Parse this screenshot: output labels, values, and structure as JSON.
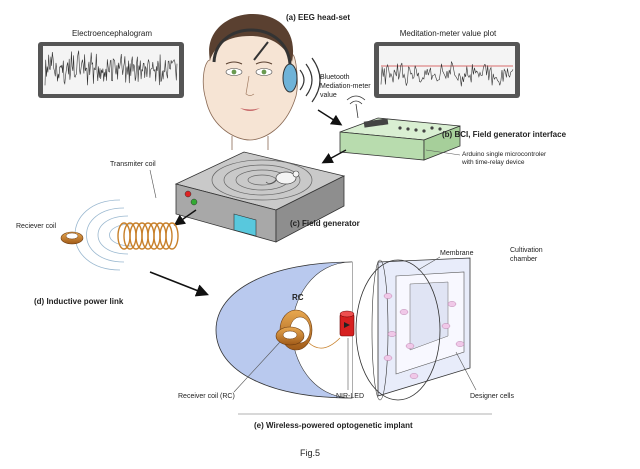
{
  "labels": {
    "eeg_headset": "(a) EEG head-set",
    "electroencephalogram": "Electroencephalogram",
    "meditation_plot": "Meditation-meter value plot",
    "bluetooth_line1": "Bluetooth",
    "bluetooth_line2": "Mediation-meter",
    "bluetooth_line3": "value",
    "bci": "(b)  BCI, Field generator interface",
    "arduino_line1": "Arduino single microcontroler",
    "arduino_line2": "with time-relay device",
    "transmitter_coil": "Transmiter coil",
    "field_generator": "(c) Field generator",
    "receiver_coil": "Reciever coil",
    "inductive_link": "(d) Inductive power link",
    "rc": "RC",
    "membrane": "Membrane",
    "cultivation_line1": "Cultivation",
    "cultivation_line2": "chamber",
    "receiver_coil_rc": "Receiver coil (RC)",
    "nir_led": "NIR-LED",
    "designer_cells": "Designer cells",
    "implant": "(e) Wireless-powered optogenetic implant",
    "figure": "Fig.5"
  },
  "colors": {
    "monitor_bg": "#f4f4f4",
    "signal": "#333333",
    "meditation_line": "#d04040",
    "bci_board": "#c8e6c0",
    "generator_body": "#9a9a9a",
    "generator_top": "#c4c4c4",
    "coil": "#c8802a",
    "implant_shell": "#b9c9ee",
    "led": "#d62020",
    "cells": "#f0c8e8"
  }
}
